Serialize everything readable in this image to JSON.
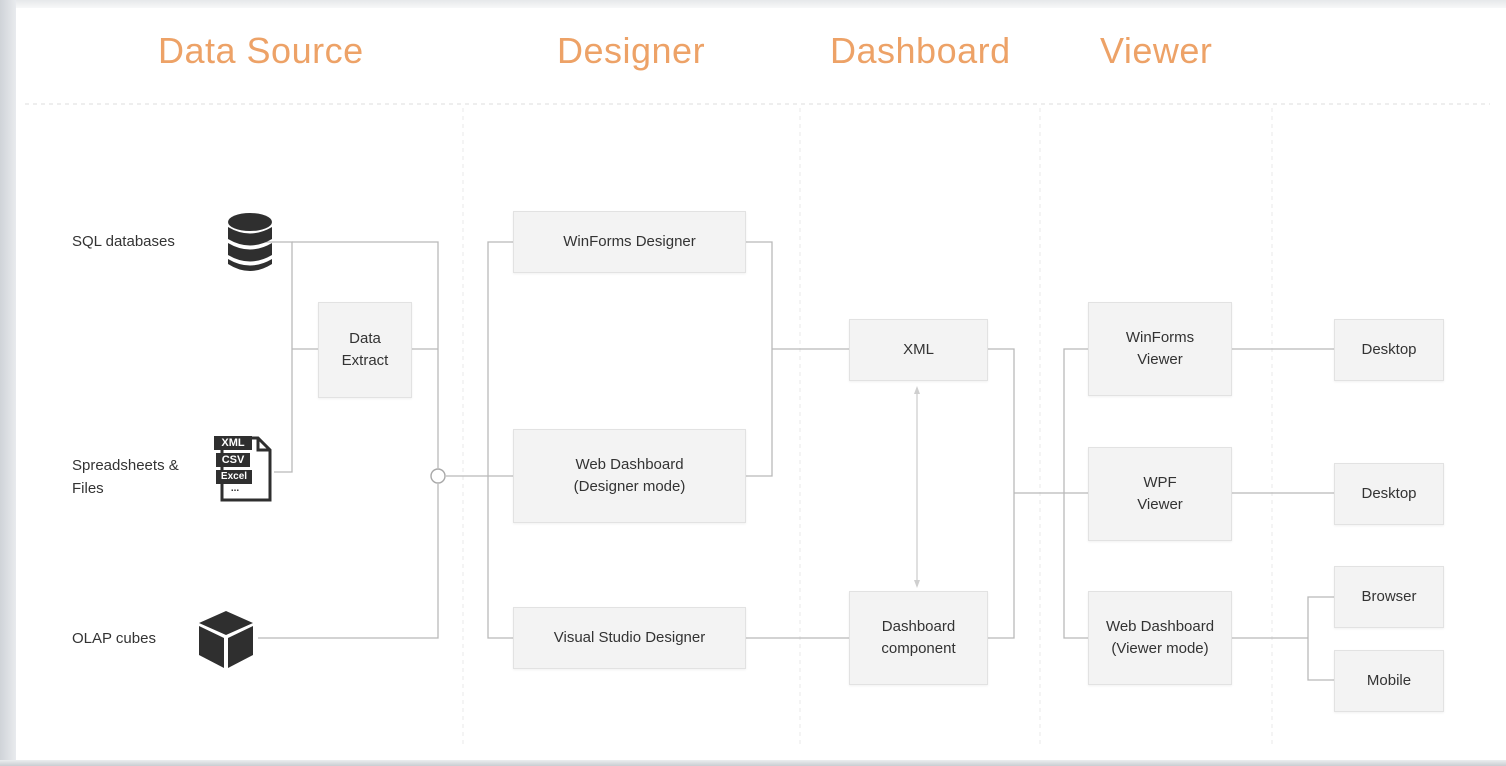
{
  "headings": {
    "data_source": "Data Source",
    "designer": "Designer",
    "dashboard": "Dashboard",
    "viewer": "Viewer"
  },
  "sources": {
    "sql": "SQL databases",
    "spreadsheets_line1": "Spreadsheets &",
    "spreadsheets_line2": "Files",
    "olap": "OLAP cubes",
    "file_icon_labels": [
      "XML",
      "CSV",
      "Excel",
      "..."
    ]
  },
  "data_extract": {
    "line1": "Data",
    "line2": "Extract"
  },
  "designers": {
    "winforms": "WinForms Designer",
    "web_line1": "Web Dashboard",
    "web_line2": "(Designer mode)",
    "visual_studio": "Visual Studio Designer"
  },
  "dashboard": {
    "xml": "XML",
    "component_line1": "Dashboard",
    "component_line2": "component"
  },
  "viewers": {
    "winforms_line1": "WinForms",
    "winforms_line2": "Viewer",
    "wpf_line1": "WPF",
    "wpf_line2": "Viewer",
    "web_line1": "Web Dashboard",
    "web_line2": "(Viewer mode)"
  },
  "platforms": {
    "desktop_1": "Desktop",
    "desktop_2": "Desktop",
    "browser": "Browser",
    "mobile": "Mobile"
  },
  "colors": {
    "heading": "#eda267",
    "line": "#b9b9b9",
    "box_fill": "#f3f3f3",
    "icon": "#2f2f2f"
  }
}
